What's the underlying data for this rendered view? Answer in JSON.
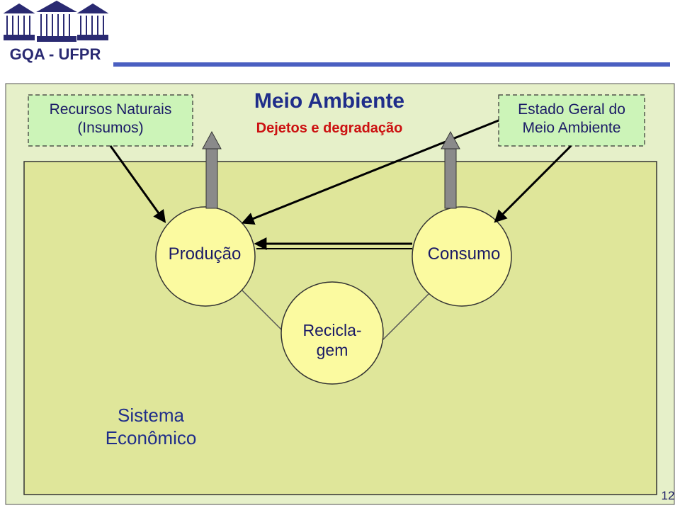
{
  "logo": {
    "text": "GQA - UFPR"
  },
  "colors": {
    "outer_box": "#e6f0c9",
    "system_box": "#dfe69a",
    "label_box": "#ccf4b8",
    "node_fill": "#fbfaa0",
    "accent": "#4a5fc1"
  },
  "environment": {
    "title": "Meio Ambiente",
    "subtitle": "Dejetos e degradação"
  },
  "nodes": {
    "resources_line1": "Recursos Naturais",
    "resources_line2": "(Insumos)",
    "state_line1": "Estado Geral do",
    "state_line2": "Meio Ambiente",
    "production": "Produção",
    "consumption": "Consumo",
    "recycling_line1": "Recicla-",
    "recycling_line2": "gem"
  },
  "system": {
    "line1": "Sistema",
    "line2": "Econômico"
  },
  "page_number": "12"
}
